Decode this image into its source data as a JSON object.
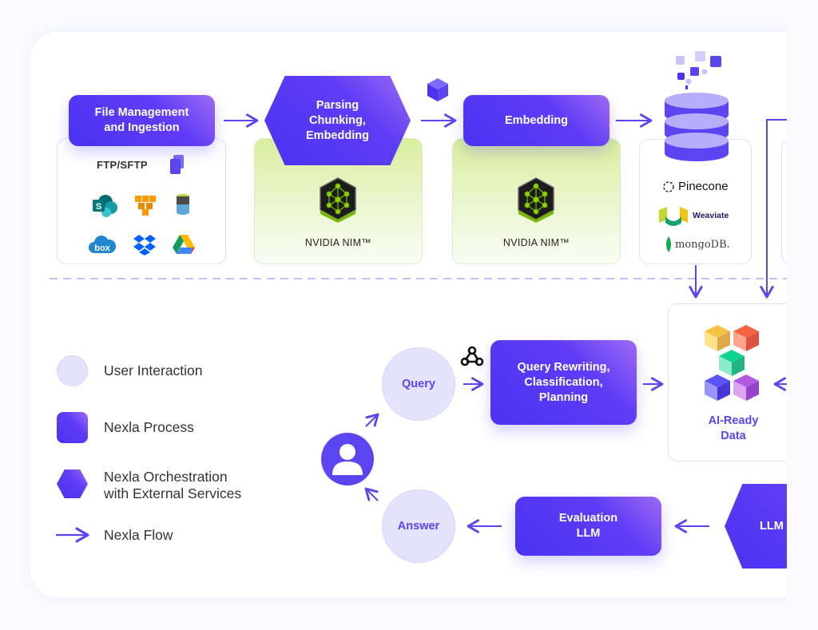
{
  "colors": {
    "accent": "#5a45f0",
    "process_gradient_start": "#4a33f2",
    "process_gradient_end": "#9d6bf5",
    "user_interaction_fill": "#e5e3fc",
    "nvidia_green": "#76b900",
    "flow_line": "#5a45f0"
  },
  "pipeline": {
    "ingestion": {
      "label": "File Management and Ingestion",
      "line1": "File Management",
      "line2": "and Ingestion",
      "sources_label": "FTP/SFTP",
      "source_icons": [
        "file-copy-icon",
        "sharepoint-icon",
        "aws-icon",
        "azure-storage-icon",
        "box-icon",
        "dropbox-icon",
        "google-drive-icon"
      ],
      "box_text": "box"
    },
    "parsing": {
      "line1": "Parsing",
      "line2": "Chunking,",
      "line3": "Embedding",
      "service": "NVIDIA NIM™"
    },
    "embedding": {
      "label": "Embedding",
      "service": "NVIDIA NIM™"
    },
    "vector_store": {
      "vendors": [
        "Pinecone",
        "Weaviate",
        "mongoDB."
      ]
    },
    "ai_ready": {
      "line1": "AI-Ready",
      "line2": "Data"
    }
  },
  "query_flow": {
    "query": "Query",
    "answer": "Answer",
    "rewriting": {
      "line1": "Query Rewriting,",
      "line2": "Classification,",
      "line3": "Planning"
    },
    "evaluation": {
      "line1": "Evaluation",
      "line2": "LLM"
    },
    "llm": "LLM"
  },
  "legend": [
    {
      "label": "User Interaction",
      "shape": "circle"
    },
    {
      "label": "Nexla Process",
      "shape": "rounded-square"
    },
    {
      "label_line1": "Nexla Orchestration",
      "label_line2": "with External Services",
      "shape": "hexagon"
    },
    {
      "label": "Nexla Flow",
      "shape": "arrow"
    }
  ]
}
